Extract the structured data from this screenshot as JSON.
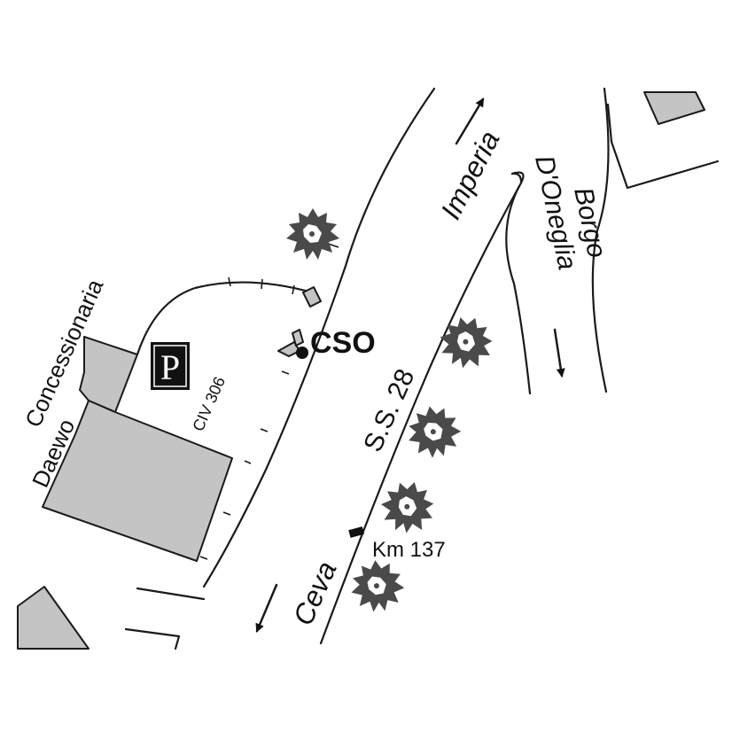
{
  "labels": {
    "imperia": "Imperia",
    "borgo": "Borgo",
    "doneglia": "D'Oneglia",
    "concessionaria": "Concessionaria",
    "daewoo": "Daewo",
    "civ": "CIV 306",
    "cso": "CSO",
    "road": "S.S. 28",
    "km": "Km 137",
    "ceva": "Ceva",
    "parking": "P"
  },
  "icons": {
    "parking": "parking-sign-icon",
    "location": "location-dot-icon",
    "arrows": [
      "arrow-to-imperia-icon",
      "arrow-to-borgo-doneglia-icon",
      "arrow-to-ceva-icon"
    ],
    "trees": "tree-icon"
  },
  "colors": {
    "buildings": "#c4c4c4",
    "lines": "#1a1a1a",
    "trees": "#4a4a4a",
    "background": "#ffffff"
  }
}
